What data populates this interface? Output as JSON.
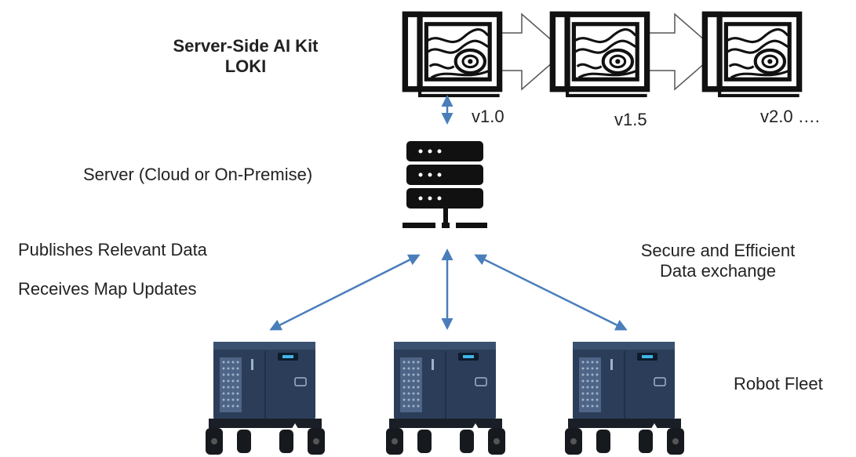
{
  "kit": {
    "title": "Server-Side AI Kit",
    "name": "LOKI"
  },
  "versions": [
    "v1.0",
    "v1.5",
    "v2.0 …."
  ],
  "server": {
    "label": "Server (Cloud or On-Premise)",
    "icon": "server-icon"
  },
  "robot_side": {
    "publish": "Publishes Relevant Data",
    "receive": "Receives Map Updates"
  },
  "exchange": {
    "line1": "Secure and Efficient",
    "line2": "Data exchange"
  },
  "fleet": {
    "label": "Robot Fleet",
    "icon": "delivery-robot-icon"
  },
  "colors": {
    "arrow": "#4a7ebb",
    "icon": "#111111",
    "robot_body": "#2b3d58",
    "robot_dark": "#1a1f27"
  }
}
